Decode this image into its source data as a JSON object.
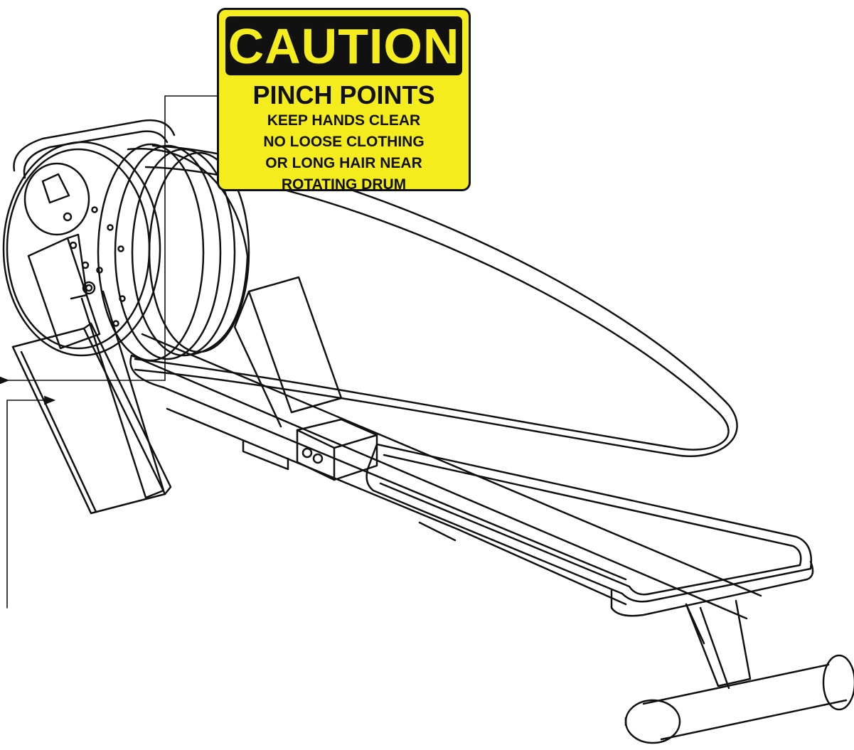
{
  "caution_sign": {
    "signal_word": "CAUTION",
    "heading": "PINCH POINTS",
    "lines": [
      "KEEP HANDS CLEAR",
      "NO LOOSE CLOTHING",
      "OR LONG HAIR NEAR",
      "ROTATING DRUM"
    ],
    "background_color": "#f5ec1d",
    "text_color": "#111111"
  },
  "illustration": {
    "subject": "rowing-machine",
    "line_color": "#111111"
  }
}
